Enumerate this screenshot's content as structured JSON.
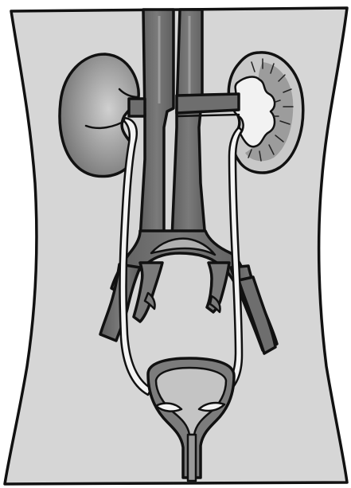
{
  "figure": {
    "colors": {
      "background": "#ffffff",
      "body_fill": "#d6d6d6",
      "organ_dark": "#686868",
      "organ_mid": "#8a8a8a",
      "kidney_light": "#b4b4b4",
      "ureter_fill": "#f4f4f4",
      "outline": "#111111"
    },
    "parts": [
      "torso-outline",
      "left-kidney",
      "right-kidney-cross-section",
      "aorta",
      "vena-cava",
      "renal-vessels",
      "iliac-vessels",
      "left-ureter",
      "right-ureter",
      "bladder",
      "urethra"
    ]
  }
}
